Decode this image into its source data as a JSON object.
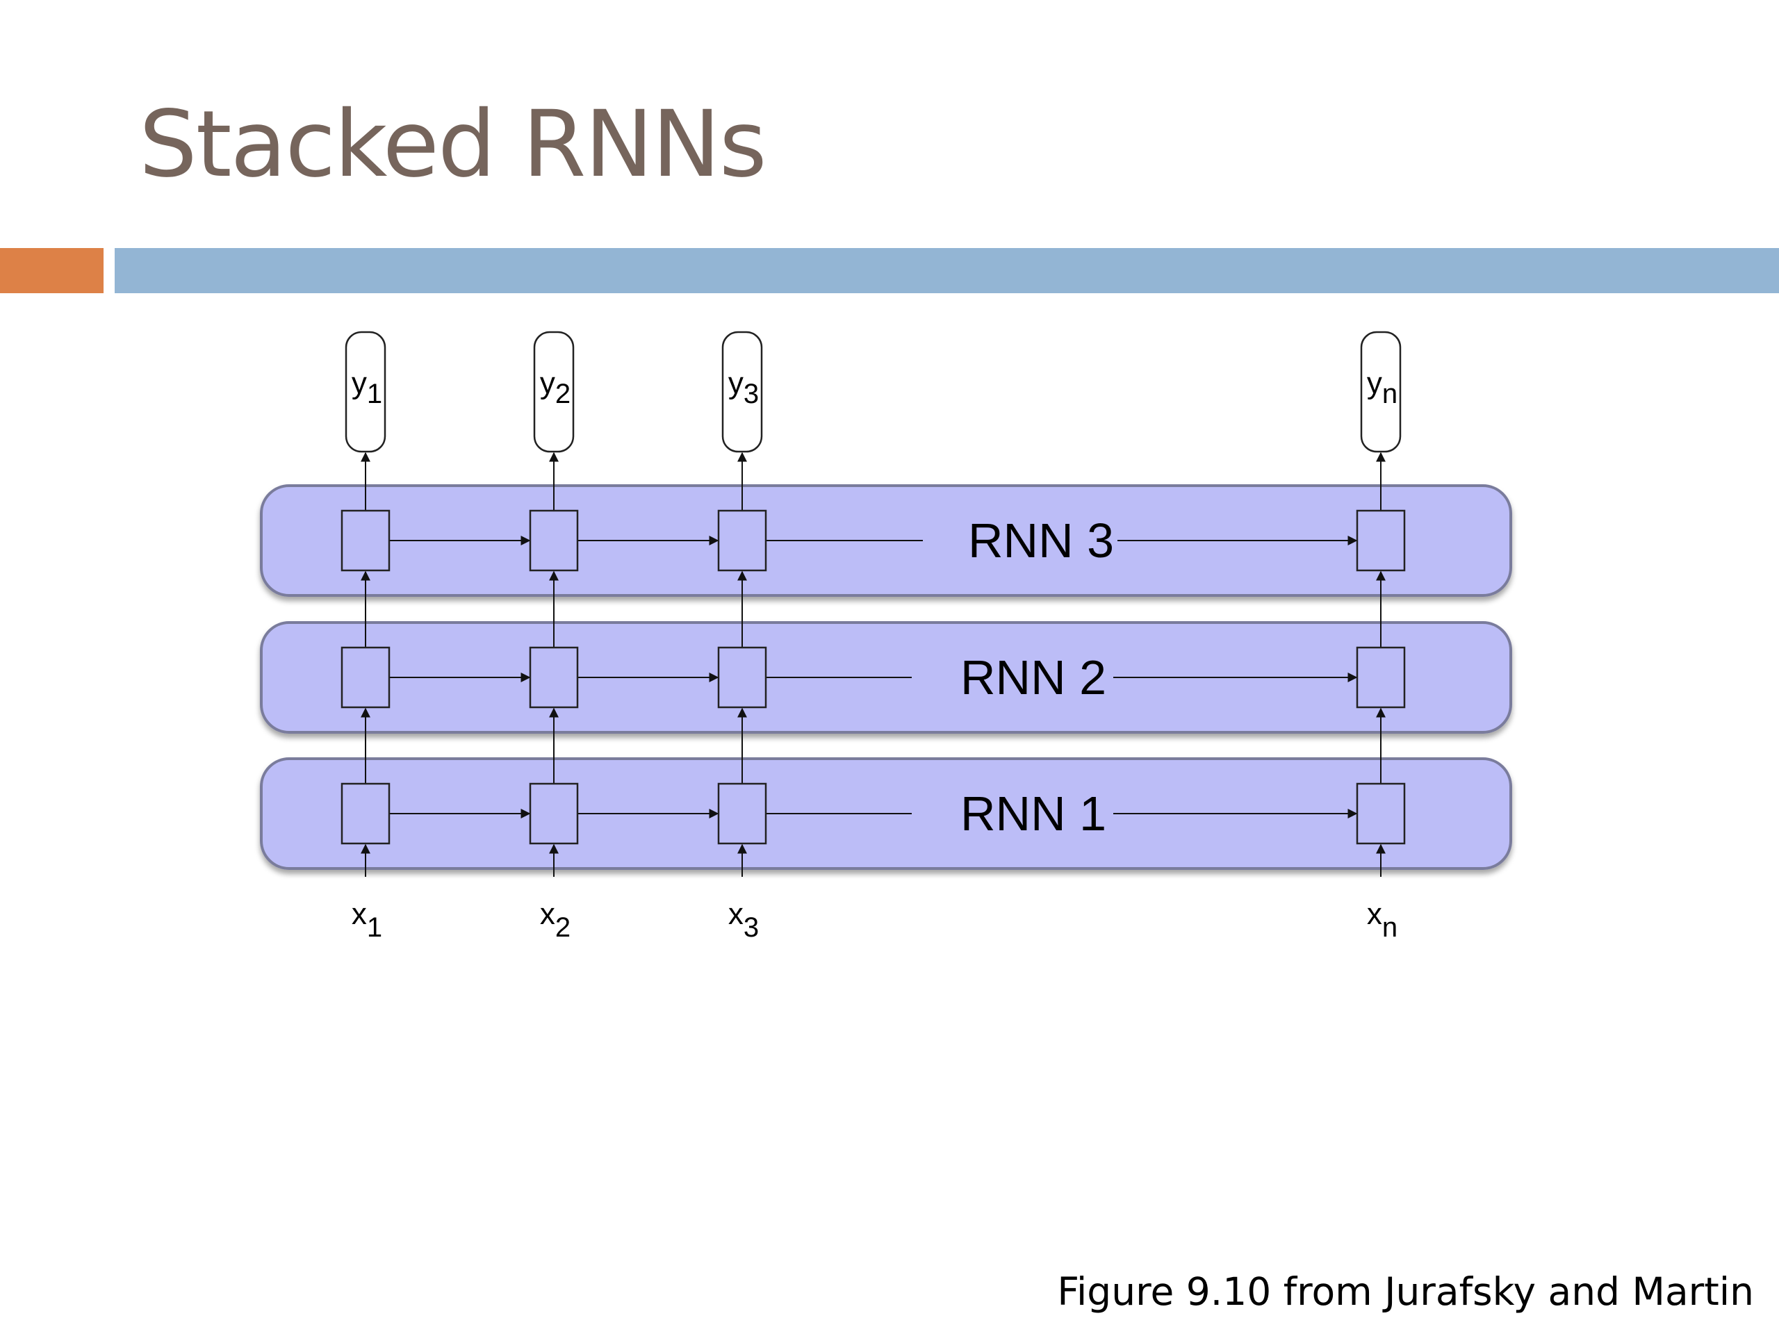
{
  "title": "Stacked RNNs",
  "caption": "Figure 9.10 from Jurafsky and Martin",
  "colors": {
    "title": "#76655c",
    "accent_orange": "#dd8147",
    "accent_blue": "#93b5d4",
    "layer_fill": "#bcbdf7",
    "layer_stroke": "#7a7b9c",
    "cell_fill": "#bcbdf7",
    "line": "#111111"
  },
  "diagram": {
    "layers": [
      {
        "label": "RNN 3"
      },
      {
        "label": "RNN 2"
      },
      {
        "label": "RNN 1"
      }
    ],
    "inputs": [
      {
        "base": "x",
        "sub": "1"
      },
      {
        "base": "x",
        "sub": "2"
      },
      {
        "base": "x",
        "sub": "3"
      },
      {
        "base": "x",
        "sub": "n"
      }
    ],
    "outputs": [
      {
        "base": "y",
        "sub": "1"
      },
      {
        "base": "y",
        "sub": "2"
      },
      {
        "base": "y",
        "sub": "3"
      },
      {
        "base": "y",
        "sub": "n"
      }
    ]
  }
}
